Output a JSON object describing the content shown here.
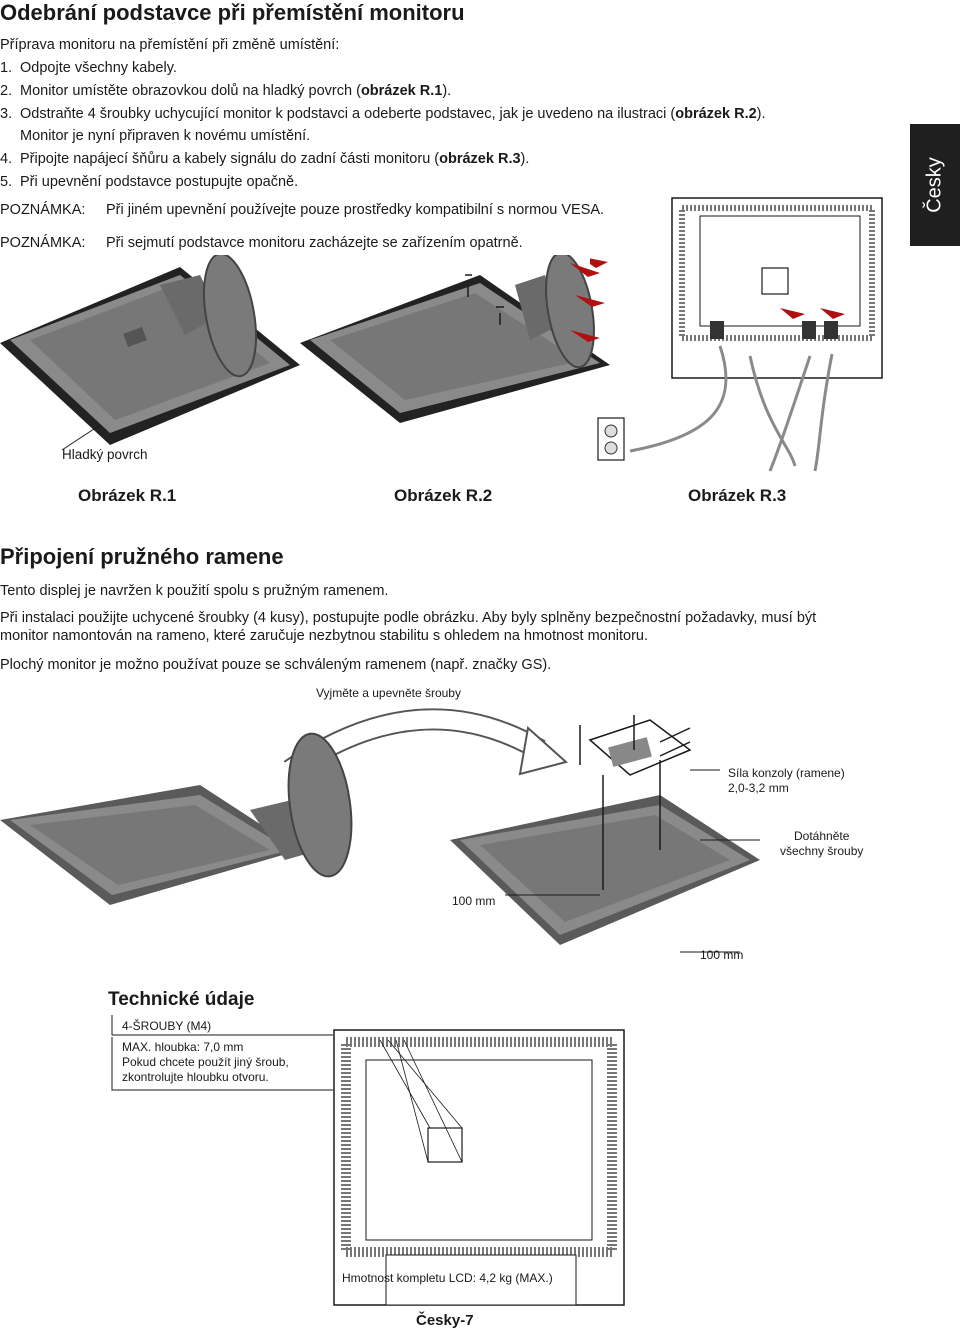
{
  "section1": {
    "title": "Odebrání podstavce při přemístění monitoru",
    "intro": "Příprava monitoru na přemístění při změně umístění:",
    "steps": [
      {
        "num": "1.",
        "text": "Odpojte všechny kabely."
      },
      {
        "num": "2.",
        "text_a": "Monitor umístěte obrazovkou dolů na hladký povrch (",
        "ref": "obrázek R.1",
        "text_b": ")."
      },
      {
        "num": "3.",
        "text_a": "Odstraňte 4 šroubky uchycující monitor k podstavci a odeberte podstavec, jak je uvedeno na ilustraci (",
        "ref": "obrázek R.2",
        "text_b": ").",
        "line2": "Monitor je nyní připraven k novému umístění."
      },
      {
        "num": "4.",
        "text_a": "Připojte napájecí šňůru a kabely signálu do zadní části monitoru (",
        "ref": "obrázek R.3",
        "text_b": ")."
      },
      {
        "num": "5.",
        "text": "Při upevnění podstavce postupujte opačně."
      }
    ],
    "notes": [
      {
        "label": "POZNÁMKA:",
        "text": "Při jiném upevnění používejte pouze prostředky kompatibilní s normou VESA."
      },
      {
        "label": "POZNÁMKA:",
        "text": "Při sejmutí podstavce monitoru zacházejte se zařízením opatrně."
      }
    ],
    "lang_tab": "Česky",
    "surface_label": "Hladký povrch",
    "figure_labels": [
      "Obrázek R.1",
      "Obrázek R.2",
      "Obrázek R.3"
    ]
  },
  "section2": {
    "title": "Připojení pružného ramene",
    "para1": "Tento displej je navržen k použití spolu s pružným ramenem.",
    "para2_line1": "Při instalaci použijte uchycené šroubky (4 kusy), postupujte podle obrázku. Aby byly splněny bezpečnostní požadavky, musí být",
    "para2_line2": "monitor namontován na rameno, které zaručuje nezbytnou stabilitu s ohledem na hmotnost monitoru.",
    "para3": "Plochý monitor je možno používat pouze se schváleným ramenem (např. značky GS).",
    "diagram": {
      "remove_label": "Vyjměte a upevněte šrouby",
      "thickness_line1": "Síla konzoly (ramene)",
      "thickness_line2": "2,0-3,2 mm",
      "tighten_line1": "Dotáhněte",
      "tighten_line2": "všechny šrouby",
      "dim1": "100 mm",
      "dim2": "100 mm"
    }
  },
  "specs": {
    "title": "Technické údaje",
    "screws": "4-ŠROUBY (M4)",
    "depth_line1": "MAX. hloubka: 7,0 mm",
    "depth_line2": "Pokud chcete použít jiný šroub,",
    "depth_line3": "zkontrolujte hloubku otvoru.",
    "weight": "Hmotnost kompletu LCD: 4,2 kg (MAX.)"
  },
  "footer": {
    "page": "Česky-7"
  },
  "colors": {
    "ink": "#1a1a1a",
    "tab_bg": "#1f1f1f",
    "monitor_gray": "#8a8a8a",
    "monitor_dark": "#5a5a5a"
  }
}
